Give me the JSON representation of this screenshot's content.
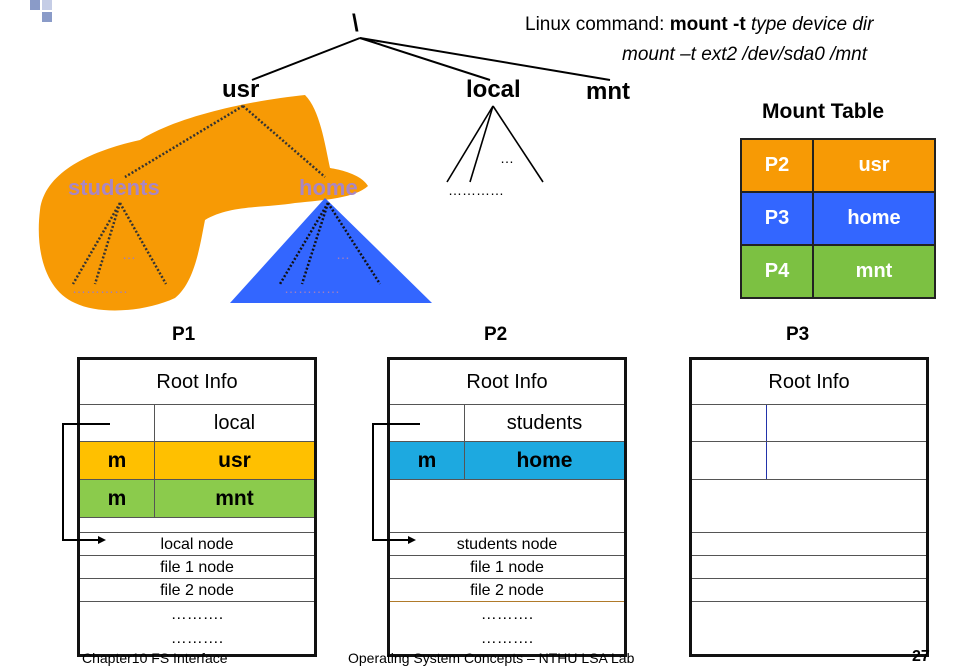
{
  "command": {
    "prefix": "Linux command: ",
    "keyword": "mount -t",
    "args": " type device dir",
    "example": "mount –t ext2 /dev/sda0 /mnt"
  },
  "tree": {
    "root": "\\",
    "usr": "usr",
    "local": "local",
    "mnt": "mnt",
    "students": "students",
    "home": "home",
    "dots_small": "…",
    "dots_long": "…………"
  },
  "mount_table": {
    "title": "Mount Table",
    "rows": [
      {
        "proc": "P2",
        "dir": "usr",
        "color": "#F79A05"
      },
      {
        "proc": "P3",
        "dir": "home",
        "color": "#3366FF"
      },
      {
        "proc": "P4",
        "dir": "mnt",
        "color": "#7CC142"
      }
    ]
  },
  "processes": [
    {
      "title": "P1",
      "root_info": "Root Info",
      "rows": [
        {
          "flag": "",
          "name": "local",
          "color": ""
        },
        {
          "flag": "m",
          "name": "usr",
          "color": "#FFC000"
        },
        {
          "flag": "m",
          "name": "mnt",
          "color": "#8BCB4C"
        }
      ],
      "nodes": [
        "local node",
        "file 1 node",
        "file 2 node"
      ],
      "dots": "………."
    },
    {
      "title": "P2",
      "root_info": "Root Info",
      "rows": [
        {
          "flag": "",
          "name": "students",
          "color": ""
        },
        {
          "flag": "m",
          "name": "home",
          "color": "#1DA9E0"
        }
      ],
      "nodes": [
        "students node",
        "file 1 node",
        "file 2 node"
      ],
      "dots": "………."
    },
    {
      "title": "P3",
      "root_info": "Root Info",
      "rows": [],
      "nodes": [],
      "dots": ""
    }
  ],
  "footer": {
    "left": "Chapter10 FS Interface",
    "center": "Operating System Concepts – NTHU LSA Lab",
    "page": "27"
  },
  "colors": {
    "orange": "#F79A05",
    "blue": "#3366FF",
    "green": "#7CC142",
    "corner_square": "#8A9BC8"
  }
}
